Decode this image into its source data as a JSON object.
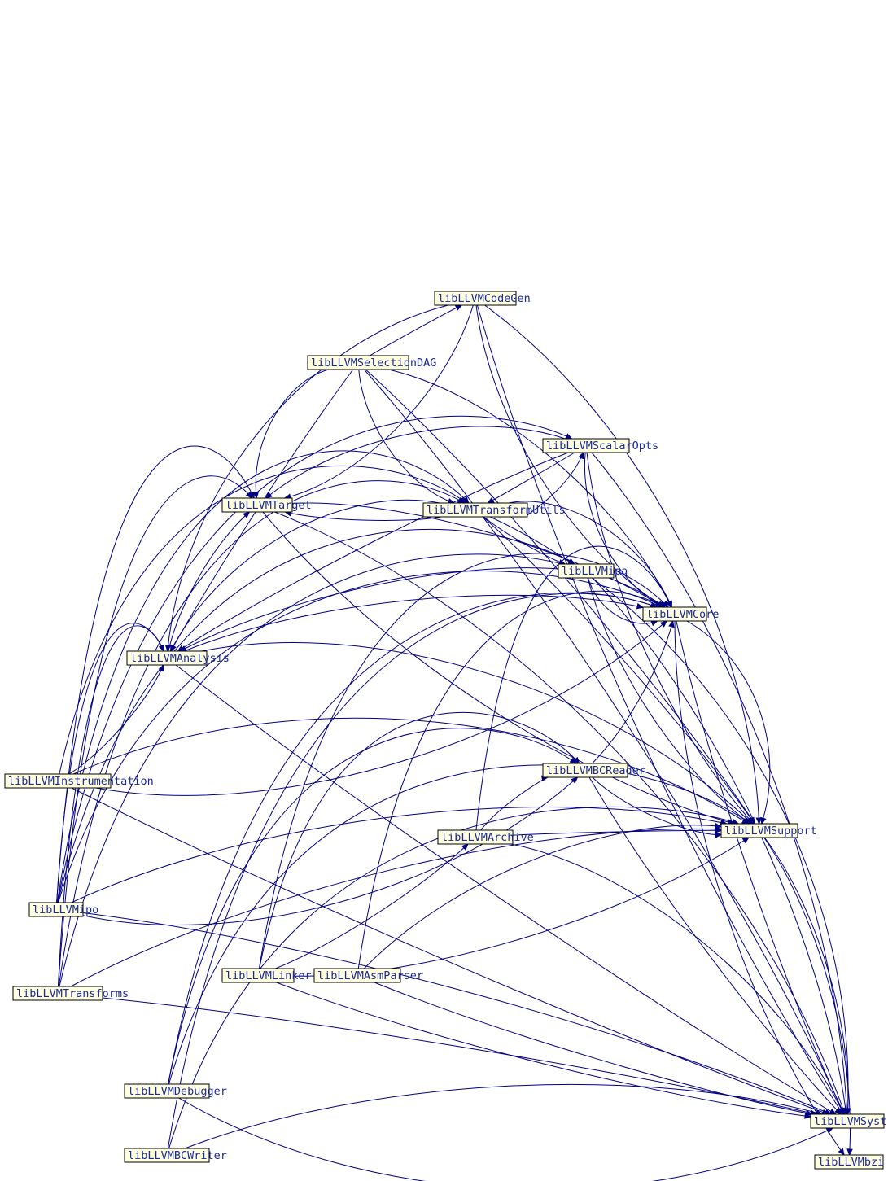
{
  "diagram": {
    "edge_color": "#000080",
    "node_fill": "#ffffe0",
    "label_color": "#1a2a9a",
    "nodes": [
      {
        "id": "codegen",
        "label": "libLLVMCodeGen"
      },
      {
        "id": "seldag",
        "label": "libLLVMSelectionDAG"
      },
      {
        "id": "scalar",
        "label": "libLLVMScalarOpts"
      },
      {
        "id": "target",
        "label": "libLLVMTarget"
      },
      {
        "id": "tutils",
        "label": "libLLVMTransformUtils"
      },
      {
        "id": "ipa",
        "label": "libLLVMipa"
      },
      {
        "id": "core",
        "label": "libLLVMCore"
      },
      {
        "id": "analysis",
        "label": "libLLVMAnalysis"
      },
      {
        "id": "instr",
        "label": "libLLVMInstrumentation"
      },
      {
        "id": "bcreader",
        "label": "libLLVMBCReader"
      },
      {
        "id": "archive",
        "label": "libLLVMArchive"
      },
      {
        "id": "support",
        "label": "libLLVMSupport"
      },
      {
        "id": "ipo",
        "label": "libLLVMipo"
      },
      {
        "id": "linker",
        "label": "libLLVMLinker"
      },
      {
        "id": "asmparser",
        "label": "libLLVMAsmParser"
      },
      {
        "id": "transforms",
        "label": "libLLVMTransforms"
      },
      {
        "id": "debugger",
        "label": "libLLVMDebugger"
      },
      {
        "id": "system",
        "label": "libLLVMSyst"
      },
      {
        "id": "bcwriter",
        "label": "libLLVMBCWriter"
      },
      {
        "id": "bzip",
        "label": "libLLVMbzi"
      }
    ],
    "edges": [
      [
        "codegen",
        "target"
      ],
      [
        "codegen",
        "core"
      ],
      [
        "codegen",
        "support"
      ],
      [
        "codegen",
        "system"
      ],
      [
        "codegen",
        "analysis"
      ],
      [
        "seldag",
        "codegen"
      ],
      [
        "seldag",
        "target"
      ],
      [
        "seldag",
        "core"
      ],
      [
        "seldag",
        "support"
      ],
      [
        "seldag",
        "system"
      ],
      [
        "seldag",
        "tutils"
      ],
      [
        "seldag",
        "analysis"
      ],
      [
        "scalar",
        "tutils"
      ],
      [
        "scalar",
        "target"
      ],
      [
        "scalar",
        "core"
      ],
      [
        "scalar",
        "support"
      ],
      [
        "scalar",
        "system"
      ],
      [
        "scalar",
        "analysis"
      ],
      [
        "target",
        "core"
      ],
      [
        "target",
        "support"
      ],
      [
        "target",
        "system"
      ],
      [
        "tutils",
        "ipa"
      ],
      [
        "tutils",
        "scalar"
      ],
      [
        "tutils",
        "core"
      ],
      [
        "tutils",
        "support"
      ],
      [
        "tutils",
        "system"
      ],
      [
        "tutils",
        "analysis"
      ],
      [
        "tutils",
        "target"
      ],
      [
        "ipa",
        "core"
      ],
      [
        "ipa",
        "support"
      ],
      [
        "ipa",
        "system"
      ],
      [
        "ipa",
        "analysis"
      ],
      [
        "core",
        "support"
      ],
      [
        "core",
        "system"
      ],
      [
        "core",
        "bzip"
      ],
      [
        "analysis",
        "target"
      ],
      [
        "analysis",
        "core"
      ],
      [
        "analysis",
        "support"
      ],
      [
        "analysis",
        "system"
      ],
      [
        "instr",
        "analysis"
      ],
      [
        "instr",
        "tutils"
      ],
      [
        "instr",
        "core"
      ],
      [
        "instr",
        "support"
      ],
      [
        "instr",
        "system"
      ],
      [
        "bcreader",
        "core"
      ],
      [
        "bcreader",
        "support"
      ],
      [
        "bcreader",
        "system"
      ],
      [
        "archive",
        "bcreader"
      ],
      [
        "archive",
        "core"
      ],
      [
        "archive",
        "support"
      ],
      [
        "archive",
        "system"
      ],
      [
        "support",
        "system"
      ],
      [
        "support",
        "bzip"
      ],
      [
        "ipo",
        "analysis"
      ],
      [
        "ipo",
        "target"
      ],
      [
        "ipo",
        "tutils"
      ],
      [
        "ipo",
        "ipa"
      ],
      [
        "ipo",
        "core"
      ],
      [
        "ipo",
        "support"
      ],
      [
        "ipo",
        "system"
      ],
      [
        "ipo",
        "bcreader"
      ],
      [
        "ipo",
        "scalar"
      ],
      [
        "linker",
        "archive"
      ],
      [
        "linker",
        "bcreader"
      ],
      [
        "linker",
        "core"
      ],
      [
        "linker",
        "support"
      ],
      [
        "linker",
        "system"
      ],
      [
        "asmparser",
        "core"
      ],
      [
        "asmparser",
        "support"
      ],
      [
        "asmparser",
        "system"
      ],
      [
        "transforms",
        "target"
      ],
      [
        "transforms",
        "tutils"
      ],
      [
        "transforms",
        "analysis"
      ],
      [
        "transforms",
        "core"
      ],
      [
        "transforms",
        "support"
      ],
      [
        "transforms",
        "system"
      ],
      [
        "debugger",
        "bcreader"
      ],
      [
        "debugger",
        "core"
      ],
      [
        "debugger",
        "support"
      ],
      [
        "debugger",
        "system"
      ],
      [
        "bcwriter",
        "core"
      ],
      [
        "bcwriter",
        "support"
      ],
      [
        "bcwriter",
        "system"
      ]
    ]
  }
}
